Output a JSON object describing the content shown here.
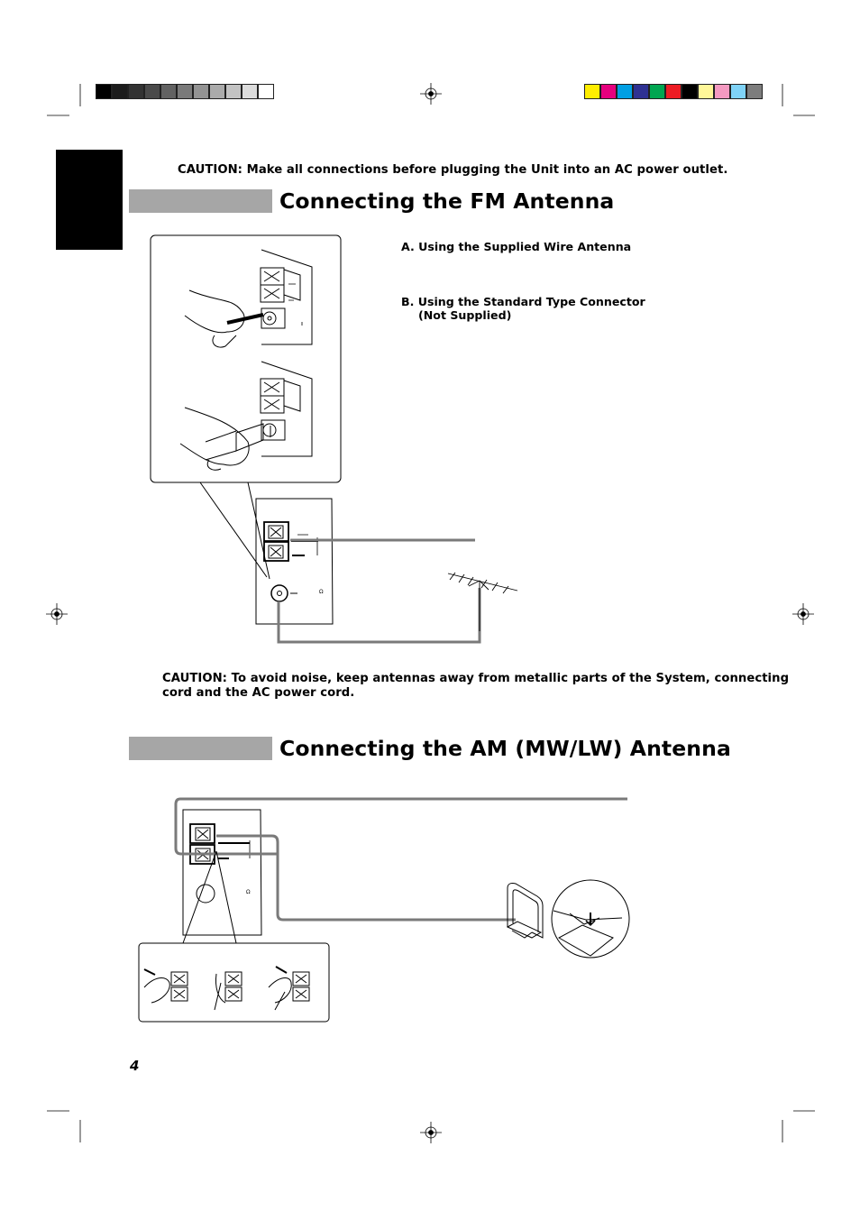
{
  "page": {
    "caution_top": "CAUTION: Make all connections before plugging the Unit into an AC power outlet.",
    "fm_heading": "Connecting the FM Antenna",
    "fm_option_a": "A. Using the Supplied Wire Antenna",
    "fm_option_b_line1": "B. Using the Standard Type Connector",
    "fm_option_b_line2": "(Not Supplied)",
    "caution_mid_line1": "CAUTION: To avoid noise, keep antennas away from metallic parts of the System, connecting",
    "caution_mid_line2": "cord and the AC power cord.",
    "am_heading": "Connecting the AM (MW/LW) Antenna",
    "page_number": "4"
  },
  "colors": {
    "heading_bar": "#a6a6a6",
    "gray_scale": [
      "#000000",
      "#1c1c1c",
      "#333333",
      "#4a4a4a",
      "#626262",
      "#7a7a7a",
      "#939393",
      "#ababab",
      "#c3c3c3",
      "#dcdcdc",
      "#ffffff"
    ],
    "color_bar": [
      "#ffed00",
      "#e6007e",
      "#009fe3",
      "#2e3192",
      "#00a651",
      "#ed1c24",
      "#000000",
      "#fff799",
      "#f49ac1",
      "#7fd3f7",
      "#7d7d7d"
    ]
  }
}
